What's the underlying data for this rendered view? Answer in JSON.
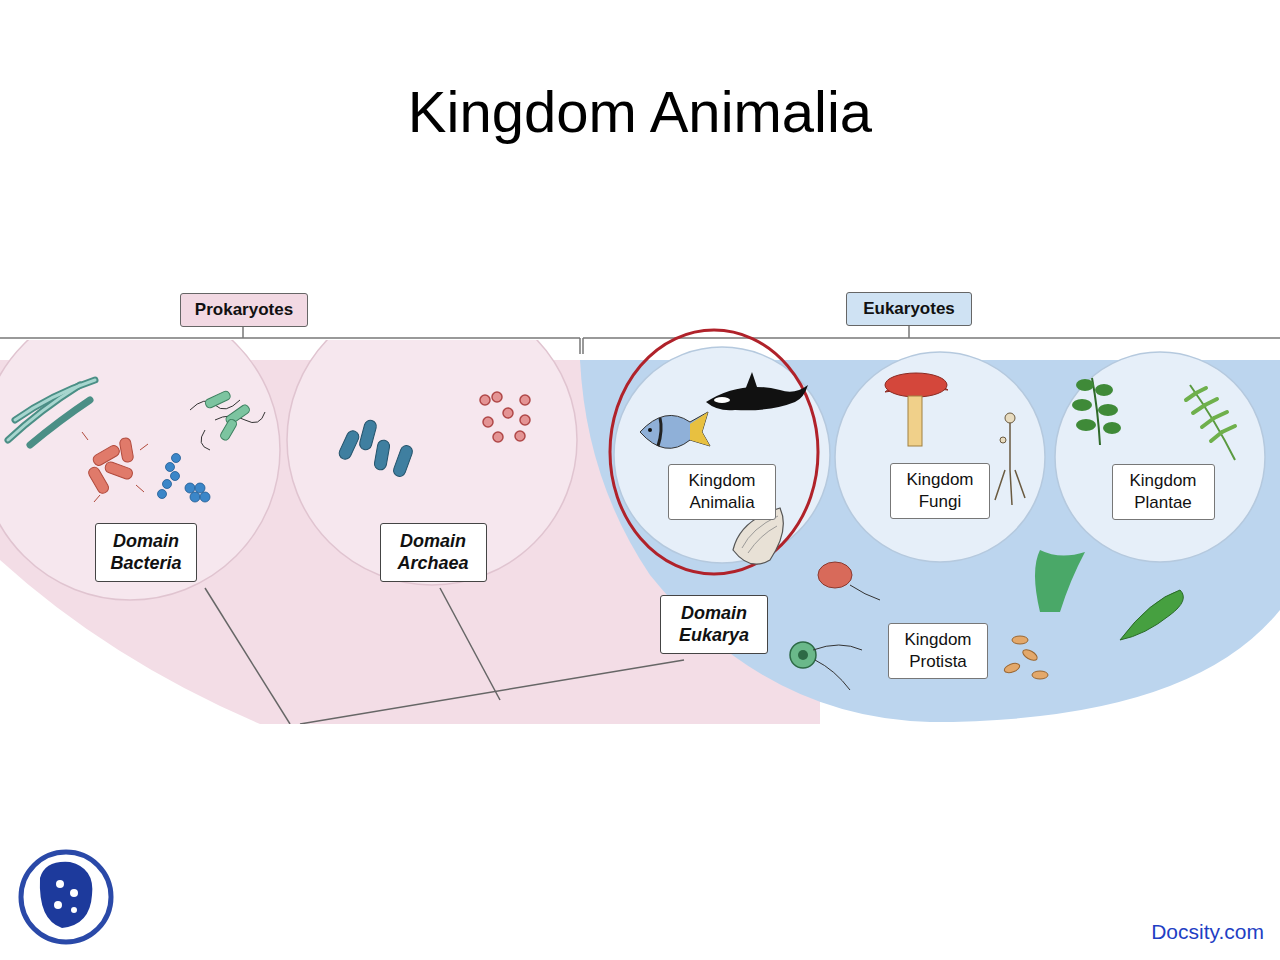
{
  "diagram": {
    "title": "Kingdom Animalia",
    "nodes": [
      {
        "text": [
          "Prokaryotes"
        ]
      },
      {
        "text": [
          "Eukaryotes"
        ]
      },
      {
        "text": [
          "Domain Bacteria"
        ]
      },
      {
        "text": [
          "Domain Archaea"
        ]
      },
      {
        "text": [
          "Kingdom Animalia"
        ]
      },
      {
        "text": [
          "Kingdom Fungi"
        ]
      },
      {
        "text": [
          "Kingdom Plantae"
        ]
      },
      {
        "text": [
          "Domain Eukarya"
        ]
      },
      {
        "text": [
          "Kingdom Protista"
        ]
      }
    ],
    "labels": [
      "Docsity.com"
    ]
  }
}
